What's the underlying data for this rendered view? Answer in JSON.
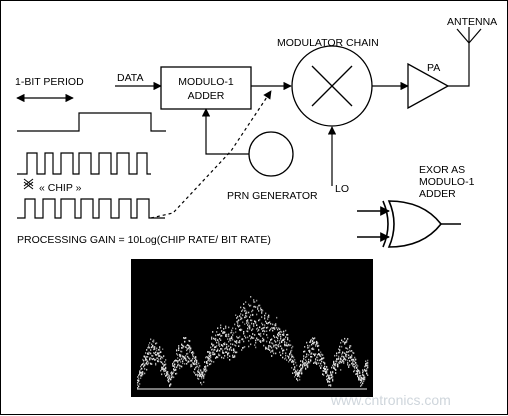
{
  "labels": {
    "bit_period": "1-BIT PERIOD",
    "data": "DATA",
    "adder_line1": "MODULO-1",
    "adder_line2": "ADDER",
    "modulator_chain": "MODULATOR CHAIN",
    "antenna": "ANTENNA",
    "pa": "PA",
    "chip": "« CHIP »",
    "prn_generator": "PRN GENERATOR",
    "lo": "LO",
    "exor_line1": "EXOR AS",
    "exor_line2": "MODULO-1",
    "exor_line3": "ADDER",
    "processing_gain": "PROCESSING GAIN = 10Log(CHIP RATE/ BIT RATE)"
  },
  "watermark": "www.cntronics.com",
  "colors": {
    "line": "#000000",
    "spectrum_bg": "#000000",
    "spectrum_trace": "#e8e8e8",
    "watermark": "#cfd6dc"
  }
}
